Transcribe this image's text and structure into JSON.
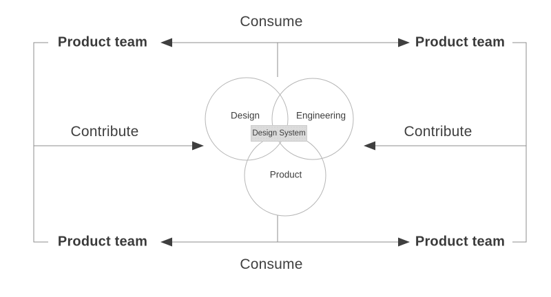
{
  "labels": {
    "consume_top": "Consume",
    "consume_bottom": "Consume",
    "contribute_left": "Contribute",
    "contribute_right": "Contribute",
    "product_team_top_left": "Product team",
    "product_team_top_right": "Product team",
    "product_team_bottom_left": "Product team",
    "product_team_bottom_right": "Product team"
  },
  "venn": {
    "circles": [
      {
        "label": "Design"
      },
      {
        "label": "Engineering"
      },
      {
        "label": "Product"
      }
    ],
    "center_box": {
      "label": "Design System"
    }
  },
  "colors": {
    "background": "#ffffff",
    "text": "#3d3d3d",
    "bold_text": "#3a3a3a",
    "line": "#8c8c8c",
    "arrowhead": "#3f3f3f",
    "circle_stroke": "#b5b5b5",
    "center_box_fill": "#dcdcdc",
    "center_box_dot": "#c9c9c9"
  }
}
